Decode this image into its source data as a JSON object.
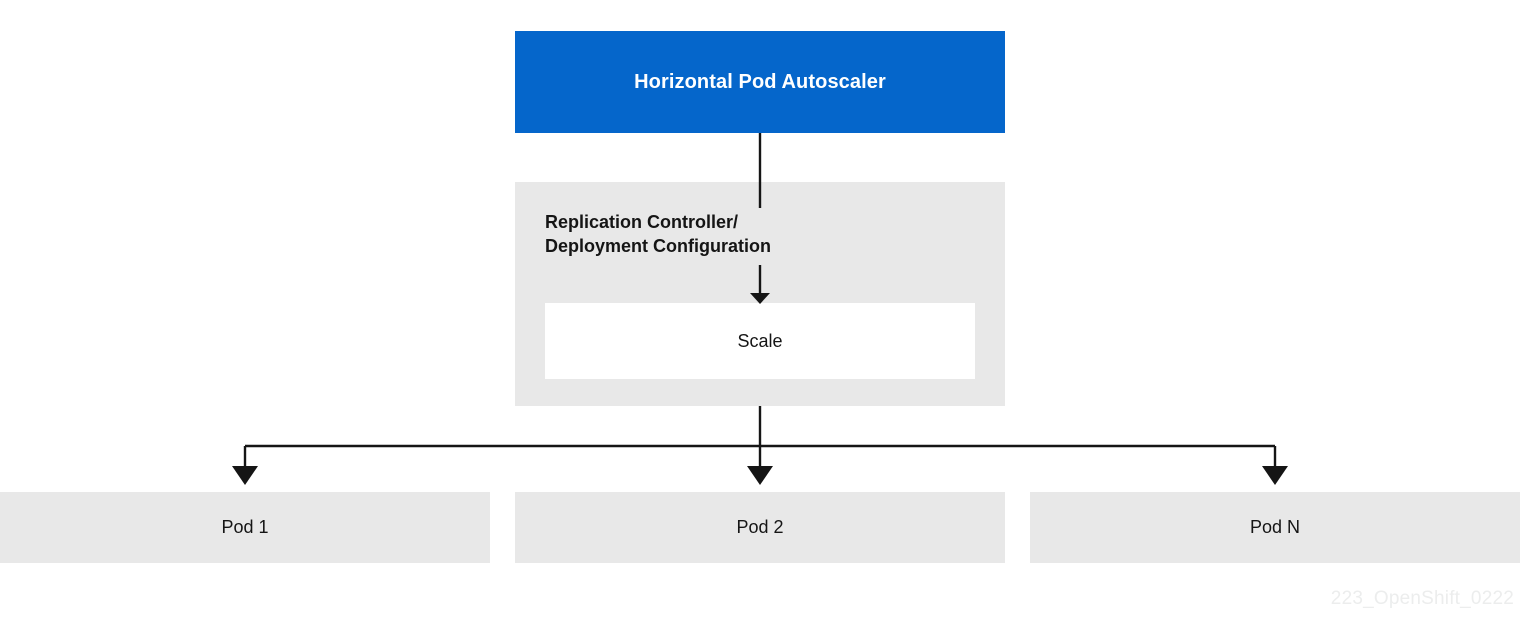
{
  "diagram": {
    "title_node": {
      "label": "Horizontal Pod Autoscaler",
      "color": "#0566cb",
      "text_color": "#ffffff"
    },
    "controller_node": {
      "label": "Replication Controller/\nDeployment Configuration",
      "color": "#e8e8e8",
      "text_color": "#151515"
    },
    "scale_node": {
      "label": "Scale",
      "color": "#ffffff",
      "text_color": "#151515"
    },
    "pods": [
      {
        "label": "Pod 1",
        "color": "#e8e8e8"
      },
      {
        "label": "Pod 2",
        "color": "#e8e8e8"
      },
      {
        "label": "Pod N",
        "color": "#e8e8e8"
      }
    ],
    "connectors": [
      {
        "name": "hpa-to-controller",
        "arrowhead": false
      },
      {
        "name": "controller-to-scale",
        "arrowhead": true
      },
      {
        "name": "controller-to-pod-1",
        "arrowhead": true
      },
      {
        "name": "controller-to-pod-2",
        "arrowhead": true
      },
      {
        "name": "controller-to-pod-n",
        "arrowhead": true
      }
    ],
    "line_color": "#151515",
    "watermark": "223_OpenShift_0222"
  }
}
